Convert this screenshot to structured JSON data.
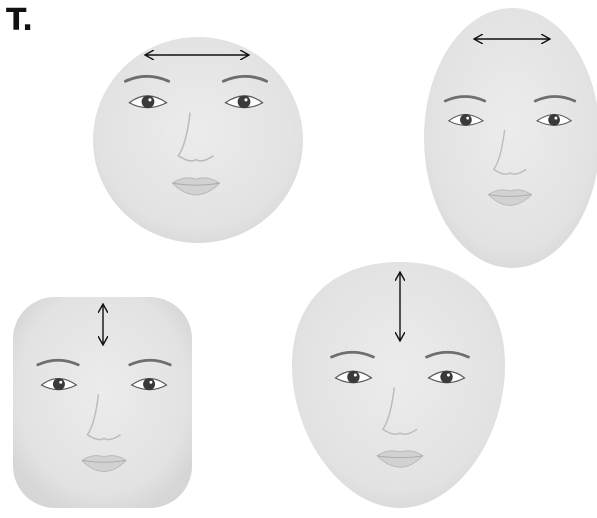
{
  "panel_label": "T.",
  "faces": [
    {
      "id": "face-1",
      "forehead_measure": "width"
    },
    {
      "id": "face-2",
      "forehead_measure": "width"
    },
    {
      "id": "face-3",
      "forehead_measure": "height"
    },
    {
      "id": "face-4",
      "forehead_measure": "height"
    }
  ],
  "colors": {
    "skin": "#e4e4e4",
    "skin_shade": "#cfcfcf",
    "arrow": "#111111",
    "brow": "#6e6e6e",
    "iris": "#3a3a3a",
    "lips": "#c8c8c8"
  }
}
